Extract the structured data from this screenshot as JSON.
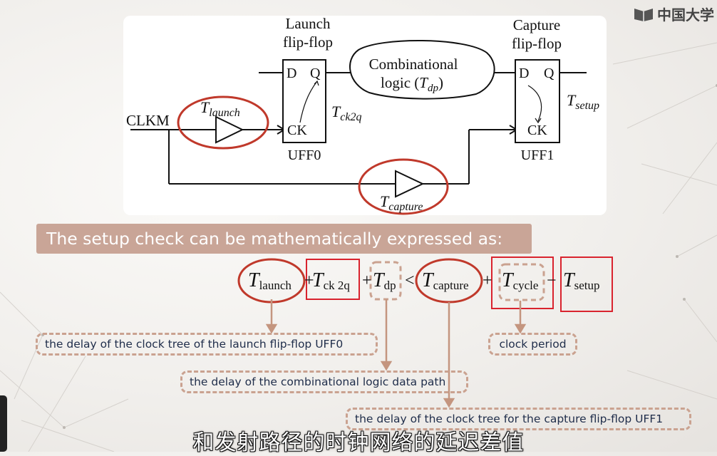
{
  "logo": {
    "text": "中国大学"
  },
  "diagram": {
    "launch_label_line1": "Launch",
    "launch_label_line2": "flip-flop",
    "capture_label_line1": "Capture",
    "capture_label_line2": "flip-flop",
    "comb_line1": "Combinational",
    "comb_line2_prefix": "logic (",
    "comb_line2_var": "T",
    "comb_line2_sub": "dp",
    "comb_line2_suffix": ")",
    "clk_label": "CLKM",
    "t_launch_var": "T",
    "t_launch_sub": "launch",
    "t_ck2q_var": "T",
    "t_ck2q_sub": "ck2q",
    "t_setup_var": "T",
    "t_setup_sub": "setup",
    "t_capture_var": "T",
    "t_capture_sub": "capture",
    "ff0_d": "D",
    "ff0_q": "Q",
    "ff0_ck": "CK",
    "ff0_name": "UFF0",
    "ff1_d": "D",
    "ff1_q": "Q",
    "ff1_ck": "CK",
    "ff1_name": "UFF1"
  },
  "banner": {
    "text": "The setup check can be mathematically expressed as:"
  },
  "equation": {
    "t1_var": "T",
    "t1_sub": "launch",
    "op1": "+",
    "t2_var": "T",
    "t2_sub": "ck 2q",
    "op2": "+",
    "t3_var": "T",
    "t3_sub": "dp",
    "op3": "<",
    "t4_var": "T",
    "t4_sub": "capture",
    "op4": "+",
    "t5_var": "T",
    "t5_sub": "cycle",
    "op5": "−",
    "t6_var": "T",
    "t6_sub": "setup"
  },
  "labels": {
    "launch": "the delay of the clock tree of the launch flip-flop UFF0",
    "cycle": "clock period",
    "dp": "the delay of the combinational logic data path",
    "capture": "the delay of the clock tree for the capture flip-flop UFF1"
  },
  "subtitle": {
    "text": "和发射路径的时钟网络的延迟差值"
  },
  "colors": {
    "highlight_red": "#c0392b",
    "dash_tan": "#caa290",
    "banner_bg": "#c9a597",
    "label_text": "#1f2d4a"
  }
}
